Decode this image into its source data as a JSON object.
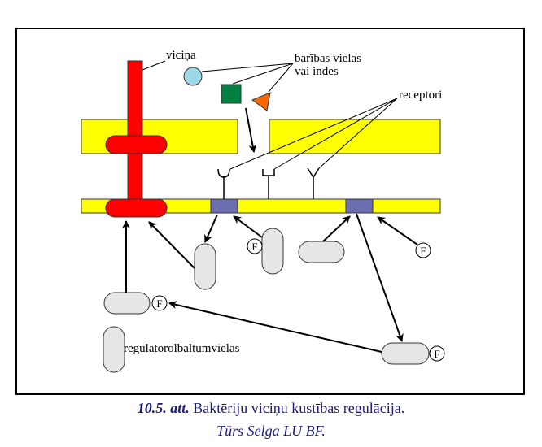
{
  "labels": {
    "flagellum": "viciņa",
    "nutrients_line1": "barības vielas",
    "nutrients_line2": "vai indes",
    "receptors": "receptori",
    "regulatory_proteins": "regulatorolbaltumvielas",
    "phosphate": "F"
  },
  "caption": {
    "number": "10.5. att.",
    "title": " Baktēriju viciņu kustības regulācija.",
    "credit": "Tūrs Selga LU BF."
  },
  "colors": {
    "membrane": "#ffff00",
    "flagellum": "#ff0000",
    "kinase": "#6b6fb0",
    "protein": "#e6e6e6",
    "circle": "#9dd8e6",
    "square": "#008040",
    "triangle": "#ff6600",
    "caption": "#1a1a7a"
  }
}
